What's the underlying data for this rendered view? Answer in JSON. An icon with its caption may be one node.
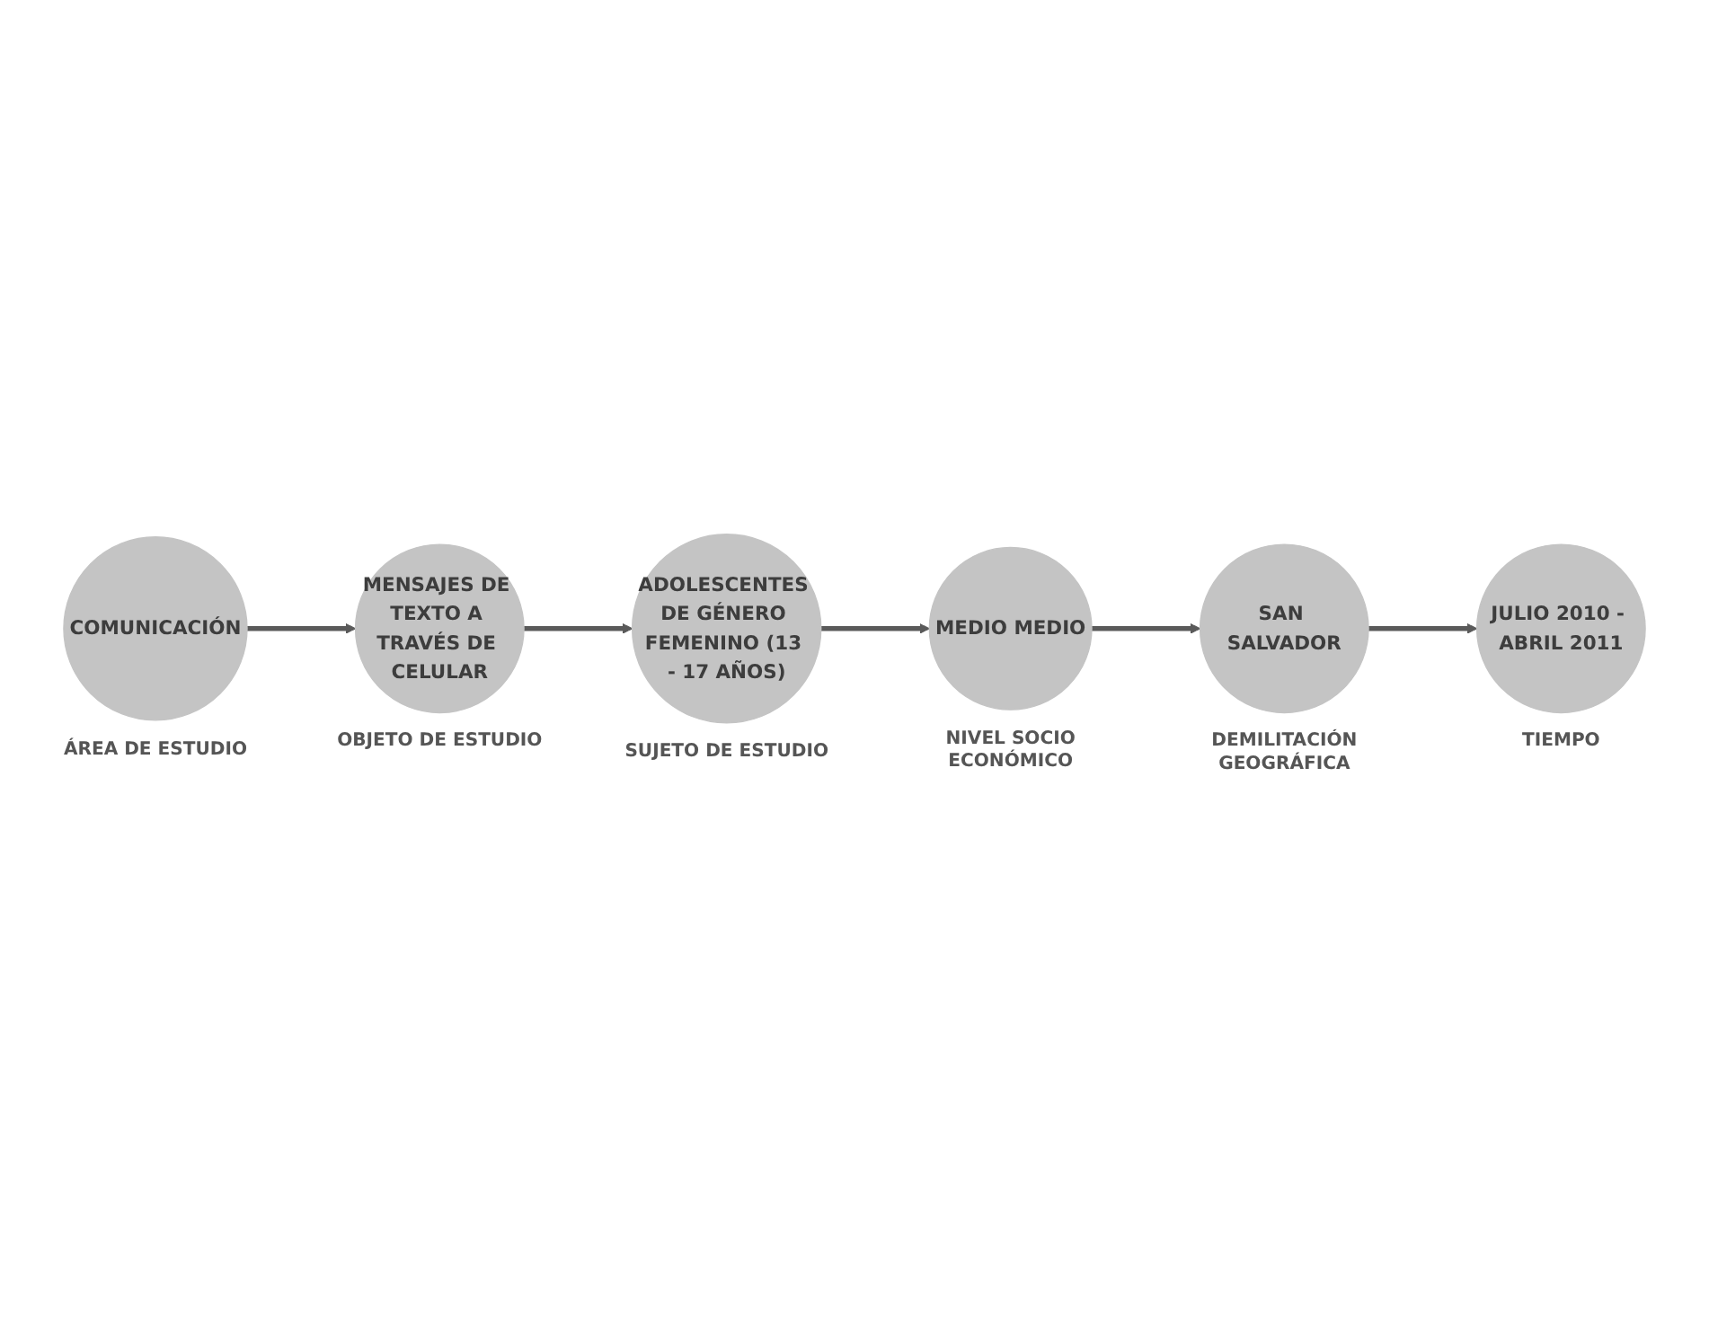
{
  "diagram": {
    "nodes": [
      {
        "text": [
          "COMUNICACIÓN"
        ],
        "beside": [
          "ÁREA DE ESTUDIO"
        ]
      },
      {
        "text": [
          "MENSAJES DE TEXTO A TRAVÉS DE CELULAR"
        ],
        "beside": [
          "OBJETO DE ESTUDIO"
        ]
      },
      {
        "text": [
          "ADOLESCENTES DE GÉNERO FEMENINO (13 - 17 AÑOS)"
        ],
        "beside": [
          "SUJETO DE ESTUDIO"
        ]
      },
      {
        "text": [
          "MEDIO MEDIO"
        ],
        "beside": [
          "NIVEL SOCIO ECONÓMICO"
        ]
      },
      {
        "text": [
          "SAN SALVADOR"
        ],
        "beside": [
          "DEMILITACIÓN GEOGRÁFICA"
        ]
      },
      {
        "text": [
          "JULIO 2010 - ABRIL 2011"
        ],
        "beside": [
          "TIEMPO"
        ]
      }
    ],
    "edges": [
      {
        "from": 0,
        "to": 1,
        "arrow": "to"
      },
      {
        "from": 1,
        "to": 2,
        "arrow": "to"
      },
      {
        "from": 2,
        "to": 3,
        "arrow": "to"
      },
      {
        "from": 3,
        "to": 4,
        "arrow": "to"
      },
      {
        "from": 4,
        "to": 5,
        "arrow": "to"
      }
    ]
  }
}
